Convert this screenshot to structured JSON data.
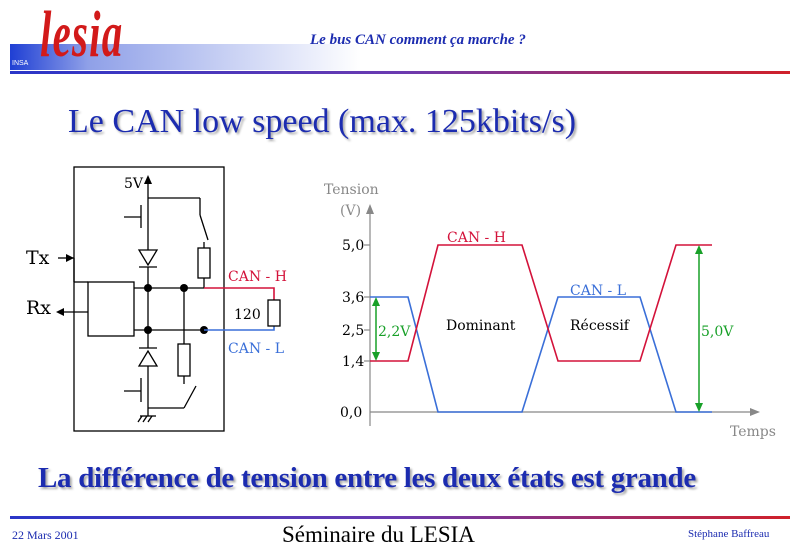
{
  "logo": {
    "text": "lesia",
    "badge": "INSA"
  },
  "header": {
    "title": "Le bus CAN comment ça marche ?"
  },
  "slide": {
    "title": "Le CAN low speed (max. 125kbits/s)",
    "subtitle": "La différence de tension entre les deux états est grande"
  },
  "circuit": {
    "supply": "5V",
    "tx": "Tx",
    "rx": "Rx",
    "can_h": "CAN - H",
    "can_l": "CAN - L",
    "resistor": "120"
  },
  "graph": {
    "ylabel_line1": "Tension",
    "ylabel_line2": "(V)",
    "xlabel": "Temps",
    "ticks": [
      "5,0",
      "3,6",
      "2,5",
      "1,4",
      "0,0"
    ],
    "can_h": "CAN - H",
    "can_l": "CAN - L",
    "dominant": "Dominant",
    "recessive": "Récessif",
    "delta_left": "2,2V",
    "delta_right": "5,0V"
  },
  "footer": {
    "date": "22 Mars 2001",
    "center": "Séminaire du LESIA",
    "author": "Stéphane Baffreau"
  },
  "colors": {
    "blue_text": "#1c2cb0",
    "can_h": "#d3123a",
    "can_l": "#3a6fd8",
    "delta": "#18a028"
  }
}
